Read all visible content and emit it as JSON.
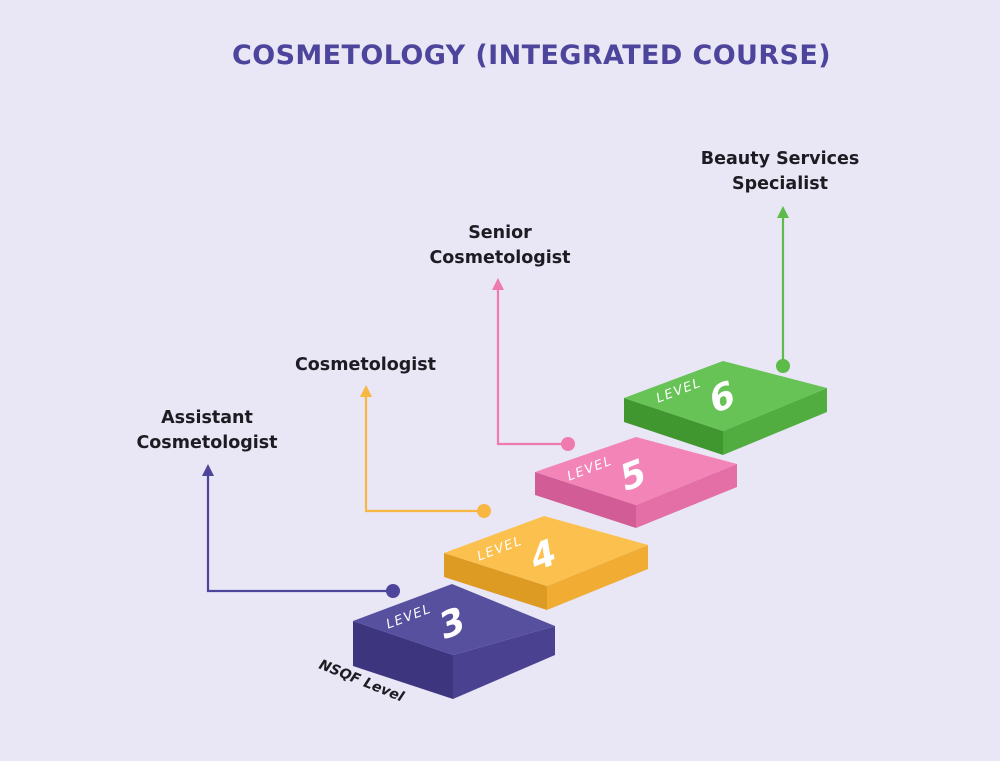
{
  "title": "COSMETOLOGY (INTEGRATED COURSE)",
  "axis_label": "NSQF Level",
  "colors": {
    "background": "#e9e6f5",
    "title": "#4d449c"
  },
  "levels": [
    {
      "word": "LEVEL",
      "number": "3",
      "role": "Assistant\nCosmetologist",
      "top": "#57509f",
      "side": "#3d367f",
      "front": "#4a4290",
      "line": "#4d449c"
    },
    {
      "word": "LEVEL",
      "number": "4",
      "role": "Cosmetologist",
      "top": "#fcc04e",
      "side": "#dd9b23",
      "front": "#f0ac33",
      "line": "#f8b743"
    },
    {
      "word": "LEVEL",
      "number": "5",
      "role": "Senior\nCosmetologist",
      "top": "#f384b7",
      "side": "#d25d96",
      "front": "#e36fa6",
      "line": "#ee7aae"
    },
    {
      "word": "LEVEL",
      "number": "6",
      "role": "Beauty Services\nSpecialist",
      "top": "#67c355",
      "side": "#41972f",
      "front": "#51ad40",
      "line": "#5cbb49"
    }
  ]
}
